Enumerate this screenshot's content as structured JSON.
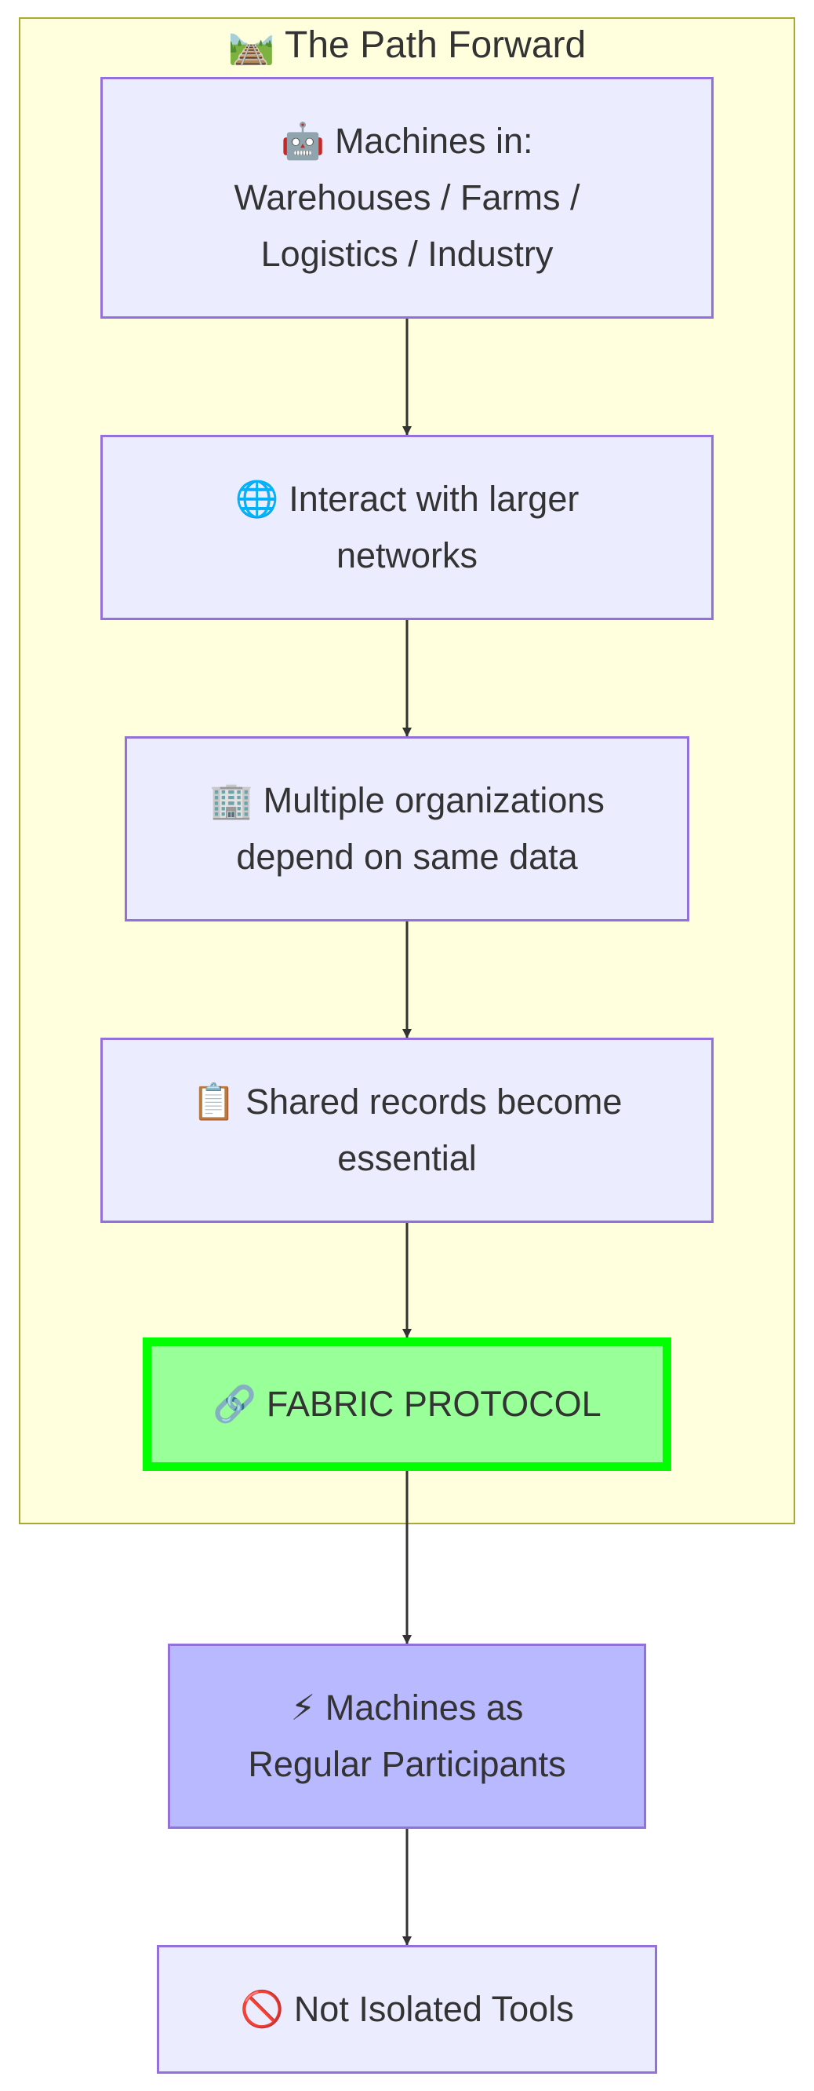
{
  "diagram": {
    "cluster": {
      "title": "🛤️ The Path Forward"
    },
    "nodes": {
      "machines": {
        "label": "🤖 Machines in:\nWarehouses / Farms /\nLogistics / Industry"
      },
      "networks": {
        "label": "🌐 Interact with larger\nnetworks"
      },
      "organizations": {
        "label": "🏢 Multiple organizations\ndepend on same data"
      },
      "records": {
        "label": "📋 Shared records become\nessential"
      },
      "fabric": {
        "label": "🔗 FABRIC PROTOCOL"
      },
      "participants": {
        "label": "⚡ Machines as\nRegular Participants"
      },
      "not_isolated": {
        "label": "🚫 Not Isolated Tools"
      }
    },
    "edges": [
      {
        "from": "machines",
        "to": "networks"
      },
      {
        "from": "networks",
        "to": "organizations"
      },
      {
        "from": "organizations",
        "to": "records"
      },
      {
        "from": "records",
        "to": "fabric"
      },
      {
        "from": "fabric",
        "to": "participants"
      },
      {
        "from": "participants",
        "to": "not_isolated"
      }
    ],
    "colors": {
      "cluster_fill": "#ffffde",
      "cluster_stroke": "#aaaa33",
      "node_fill": "#ececff",
      "node_stroke": "#9370db",
      "fabric_fill": "#99ff99",
      "fabric_stroke": "#00ff00",
      "participants_fill": "#b9b9ff",
      "edge": "#333333"
    }
  }
}
